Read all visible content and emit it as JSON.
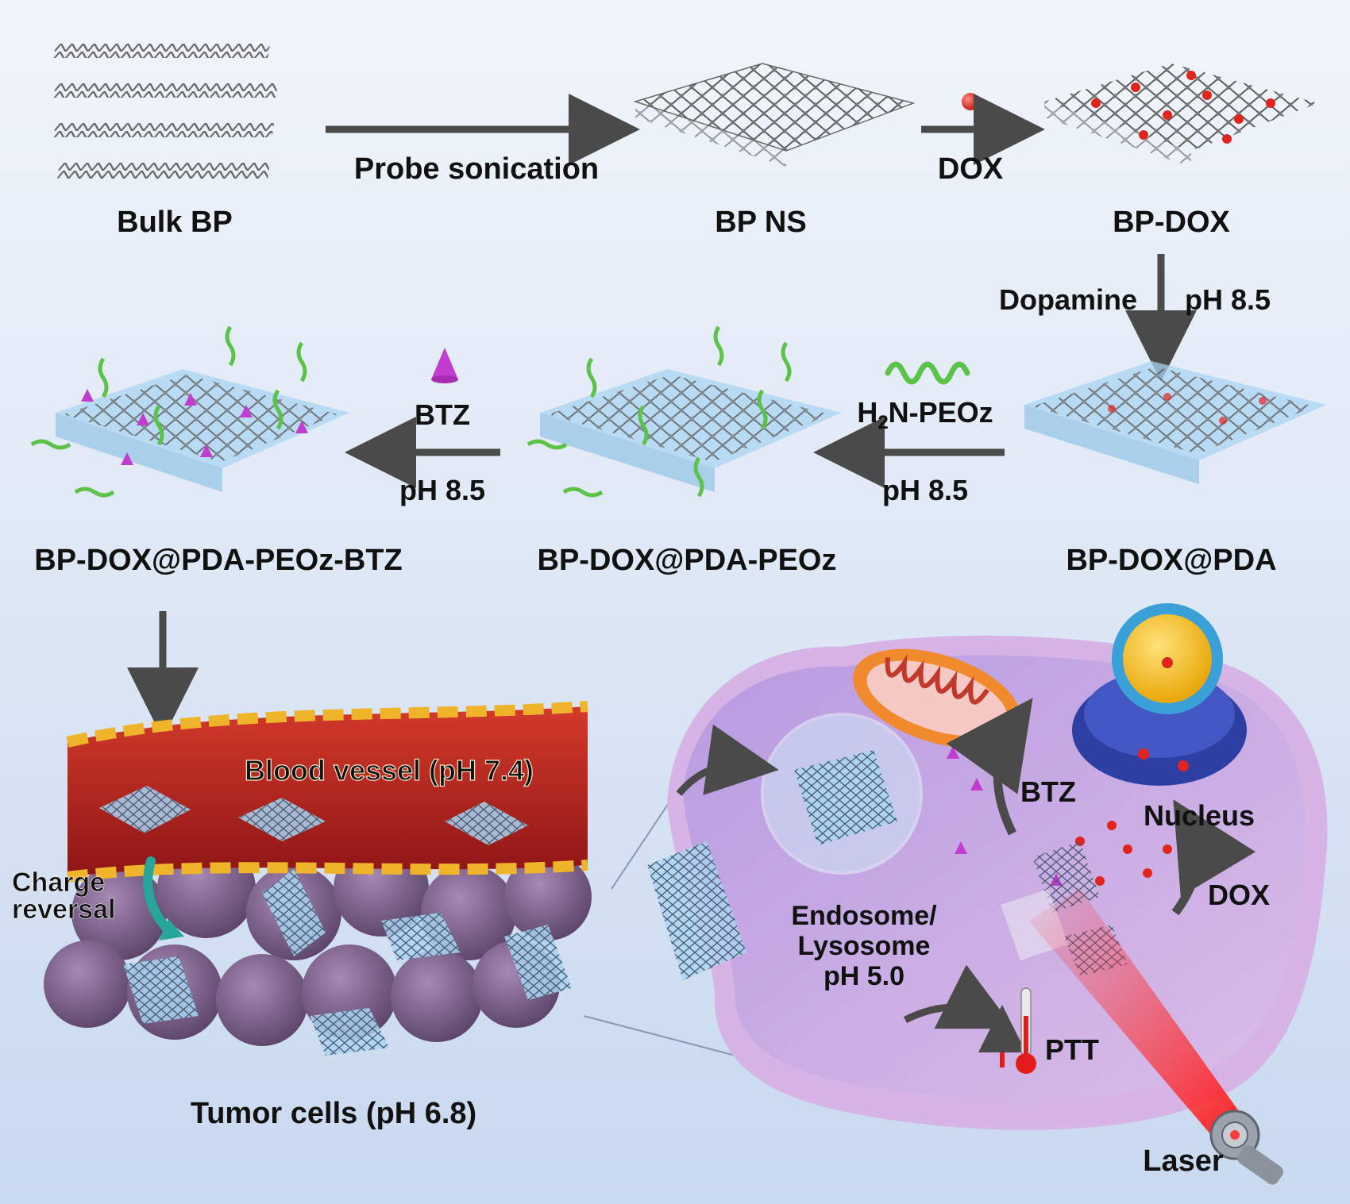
{
  "labels": {
    "bulk_bp": "Bulk BP",
    "probe_sonication": "Probe sonication",
    "bp_ns": "BP NS",
    "dox_step": "DOX",
    "bp_dox": "BP-DOX",
    "dopamine": "Dopamine",
    "ph_85_a": "pH 8.5",
    "bp_dox_pda": "BP-DOX@PDA",
    "h2n_peoz_h": "H",
    "h2n_peoz_sub": "2",
    "h2n_peoz_rest": "N-PEOz",
    "ph_85_b": "pH 8.5",
    "bp_dox_pda_peoz": "BP-DOX@PDA-PEOz",
    "btz_step": "BTZ",
    "ph_85_c": "pH 8.5",
    "bp_dox_pda_peoz_btz": "BP-DOX@PDA-PEOz-BTZ",
    "blood_vessel": "Blood vessel (pH 7.4)",
    "charge_line1": "Charge",
    "charge_line2": "reversal",
    "tumor_cells": "Tumor cells (pH 6.8)",
    "endo_line1": "Endosome/",
    "endo_line2": "Lysosome",
    "endo_line3": "pH 5.0",
    "btz_cell": "BTZ",
    "nucleus": "Nucleus",
    "dox_cell": "DOX",
    "ptt": "PTT",
    "laser": "Laser"
  },
  "colors": {
    "background_top": "#f1f5fb",
    "background_bottom": "#c9d9ef",
    "arrow": "#4a4a4a",
    "dox_red": "#e2241f",
    "btz_magenta": "#c23ccf",
    "peoz_green": "#5cc24a",
    "pda_blue": "#a9d4f2",
    "vessel_red": "#b51e1e",
    "tumor_purple": "#7d5f8f",
    "cell_purple": "#c9a7e3",
    "laser_red": "#e31b1b"
  },
  "icons": [
    "dox-molecule-icon",
    "peoz-chain-icon",
    "btz-cone-icon",
    "thermometer-icon",
    "laser-device-icon"
  ]
}
